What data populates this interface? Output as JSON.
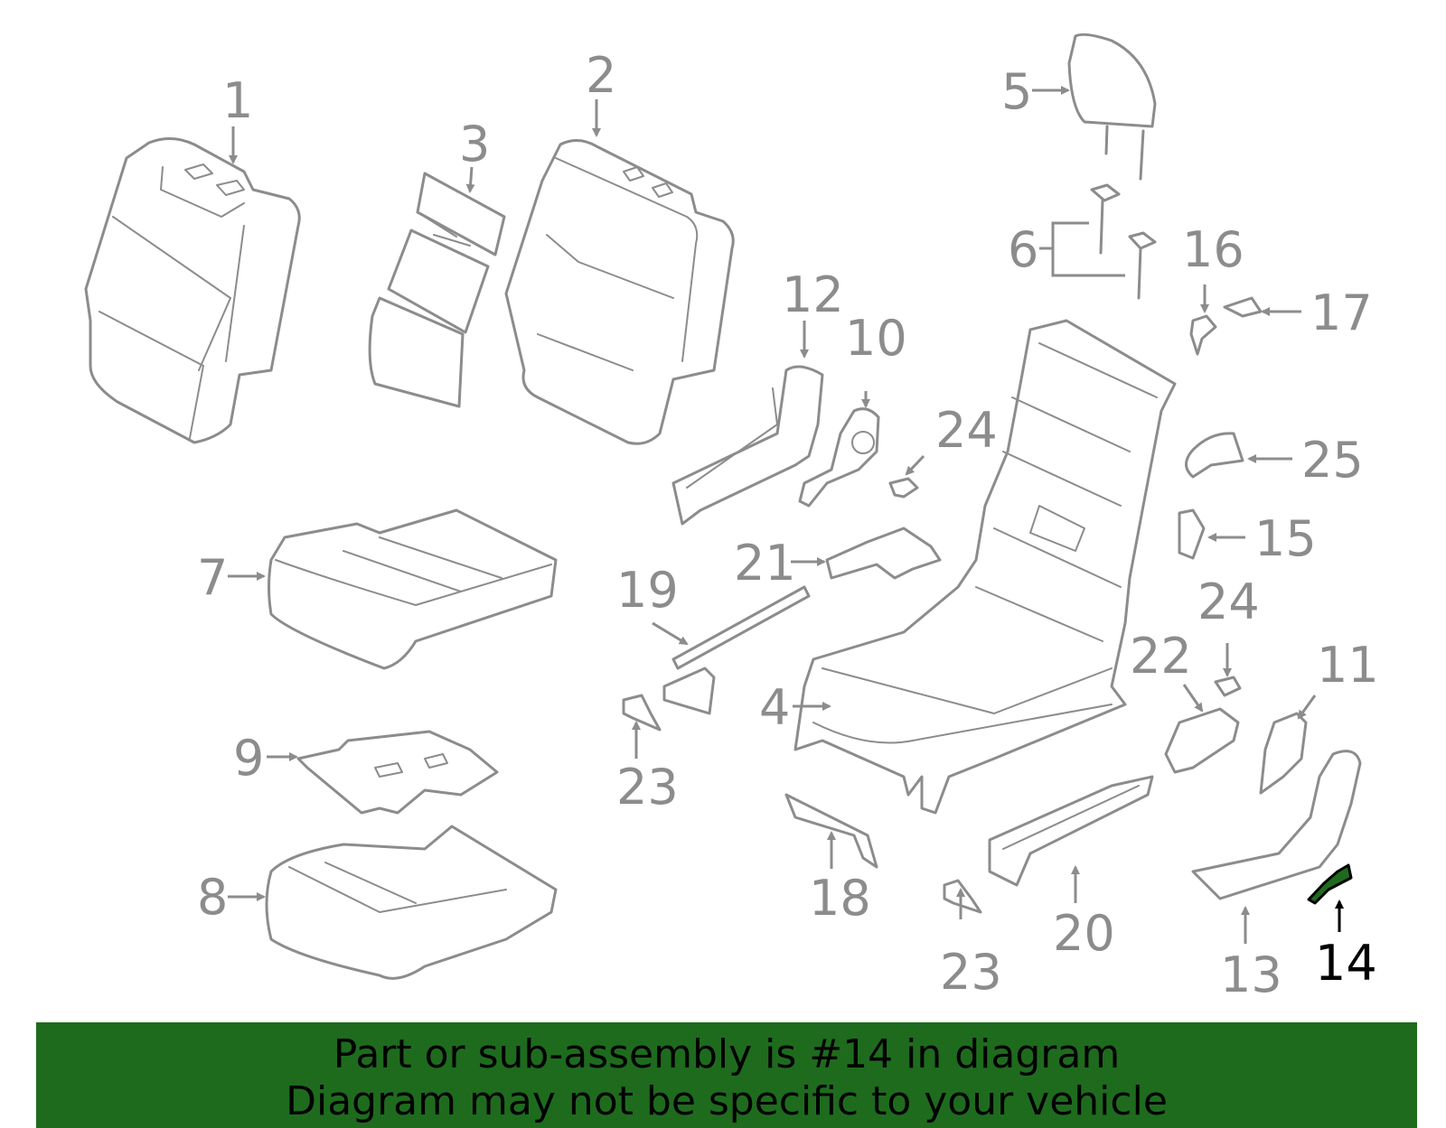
{
  "highlight_color": "#1e6b1e",
  "line_color": "#8c8c8c",
  "highlighted_part": "14",
  "callouts": {
    "c1": "1",
    "c2": "2",
    "c3": "3",
    "c4": "4",
    "c5": "5",
    "c6": "6",
    "c7": "7",
    "c8": "8",
    "c9": "9",
    "c10": "10",
    "c11": "11",
    "c12": "12",
    "c13": "13",
    "c14": "14",
    "c15": "15",
    "c16": "16",
    "c17": "17",
    "c18": "18",
    "c19": "19",
    "c20": "20",
    "c21": "21",
    "c22": "22",
    "c23a": "23",
    "c23b": "23",
    "c24a": "24",
    "c24b": "24",
    "c25": "25"
  },
  "banner": {
    "line1": "Part or sub-assembly is #14 in diagram",
    "line2": "Diagram may not be specific to your vehicle"
  }
}
